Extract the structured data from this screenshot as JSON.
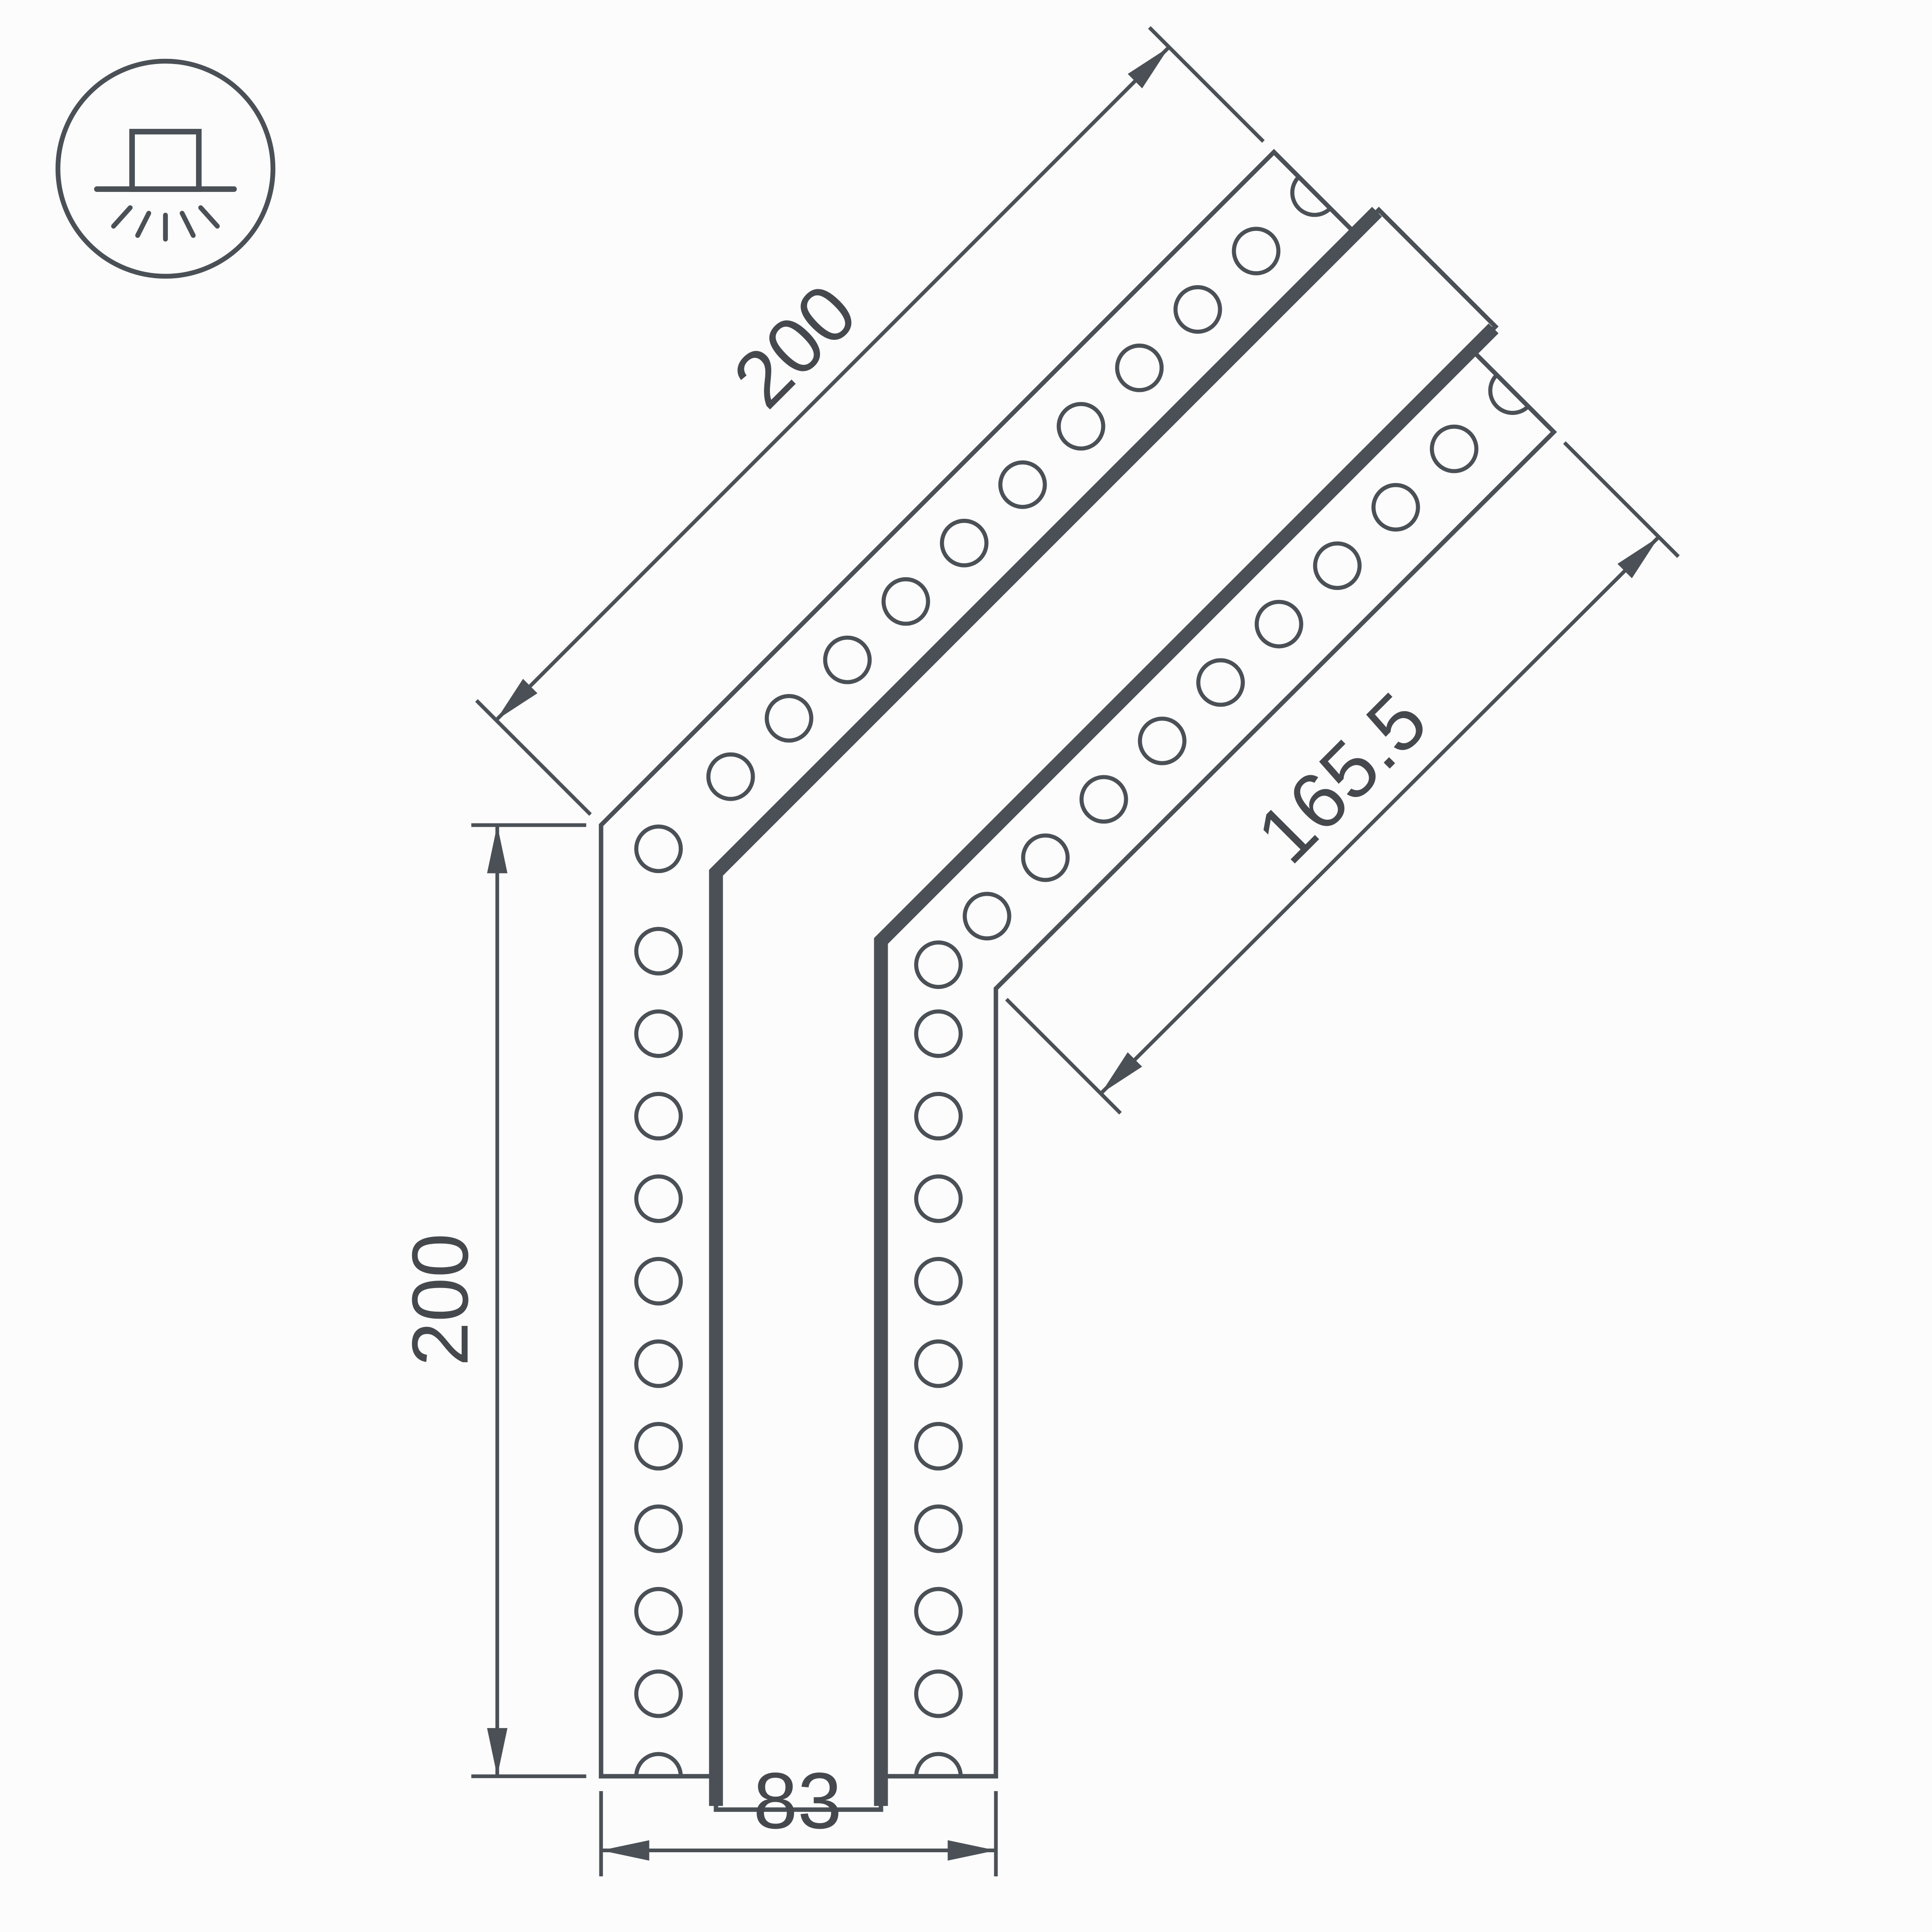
{
  "page": {
    "background": "#fcfcfc"
  },
  "drawing": {
    "line_color": "#4a5056",
    "text_color": "#45494e",
    "description": "Corner connector 135deg for recessed LED profile, top view with mounting holes"
  },
  "icon": {
    "name": "recessed-mount-light"
  },
  "dimensions": {
    "diagonal_top": "200",
    "vertical_left": "200",
    "diagonal_right": "165.5",
    "bottom_width": "83"
  }
}
